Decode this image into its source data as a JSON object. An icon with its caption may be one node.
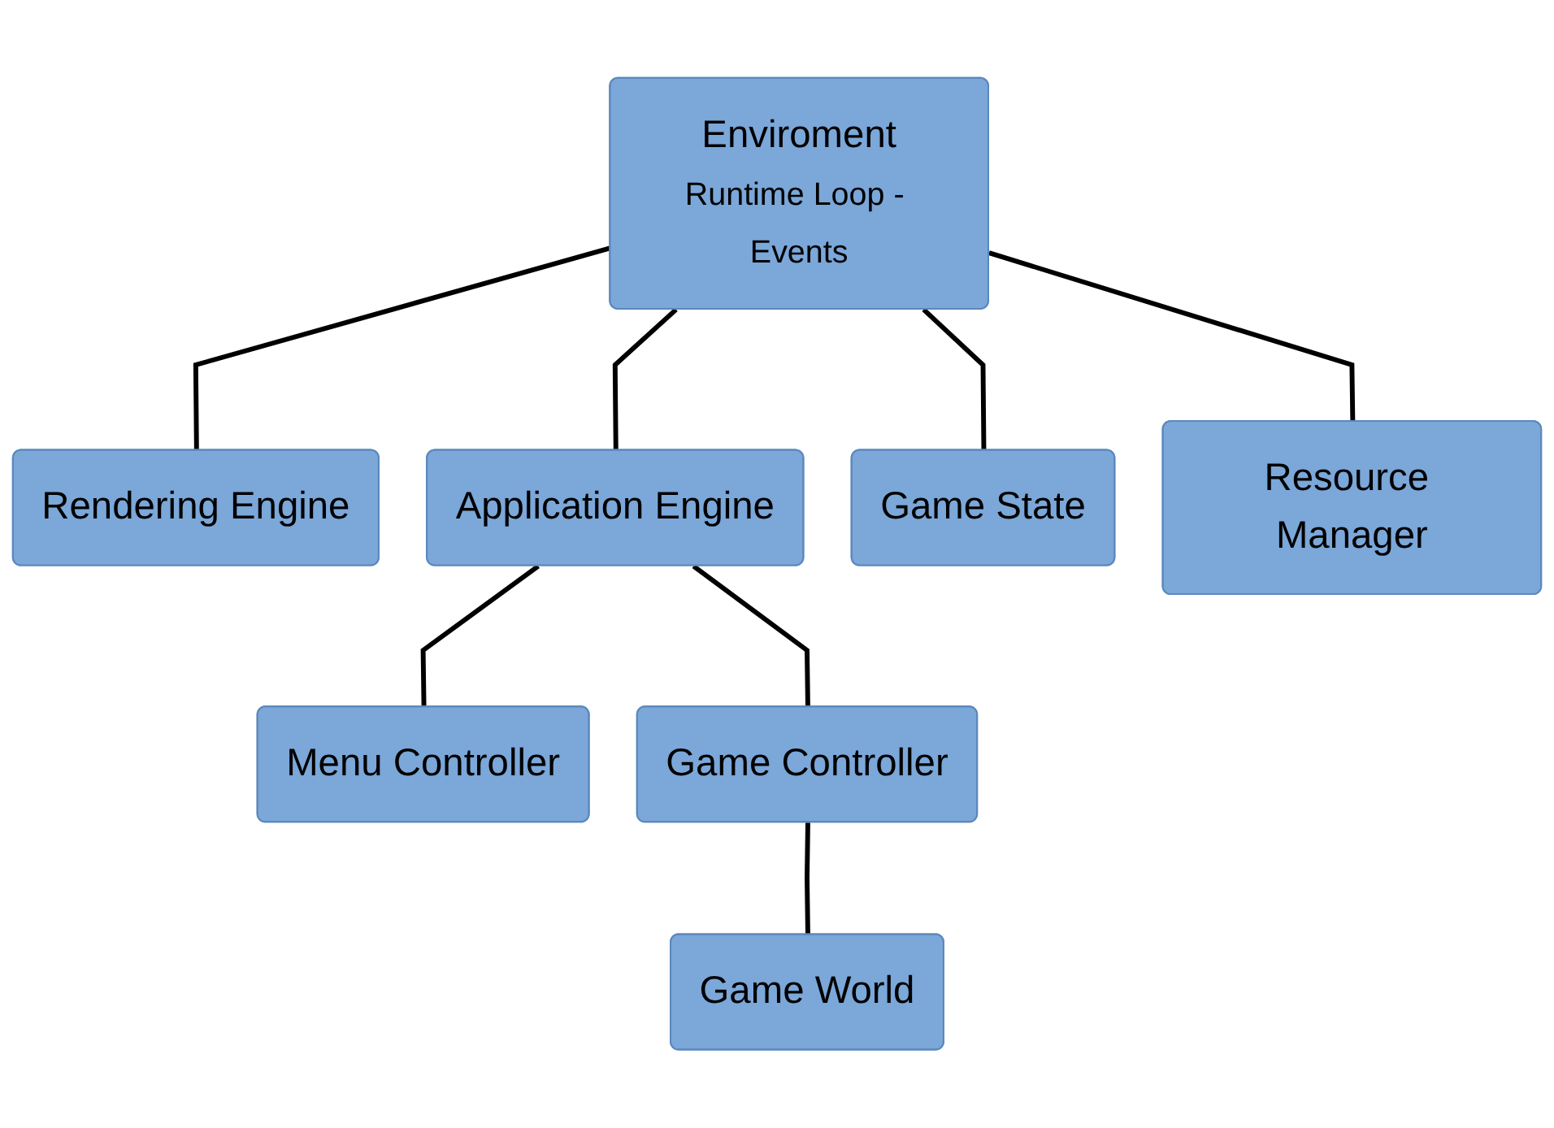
{
  "diagram": {
    "nodes": [
      {
        "text": [
          "Enviroment",
          "Runtime Loop - Events"
        ]
      },
      {
        "text": [
          "Rendering Engine"
        ]
      },
      {
        "text": [
          "Application Engine"
        ]
      },
      {
        "text": [
          "Game State"
        ]
      },
      {
        "text": [
          "Resource Manager"
        ]
      },
      {
        "text": [
          "Menu Controller"
        ]
      },
      {
        "text": [
          "Game Controller"
        ]
      },
      {
        "text": [
          "Game World"
        ]
      }
    ],
    "edges": [
      {
        "from": 0,
        "to": 1,
        "arrow": "none"
      },
      {
        "from": 0,
        "to": 2,
        "arrow": "none"
      },
      {
        "from": 0,
        "to": 3,
        "arrow": "none"
      },
      {
        "from": 0,
        "to": 4,
        "arrow": "none"
      },
      {
        "from": 2,
        "to": 5,
        "arrow": "none"
      },
      {
        "from": 2,
        "to": 6,
        "arrow": "none"
      },
      {
        "from": 6,
        "to": 7,
        "arrow": "none"
      }
    ]
  }
}
